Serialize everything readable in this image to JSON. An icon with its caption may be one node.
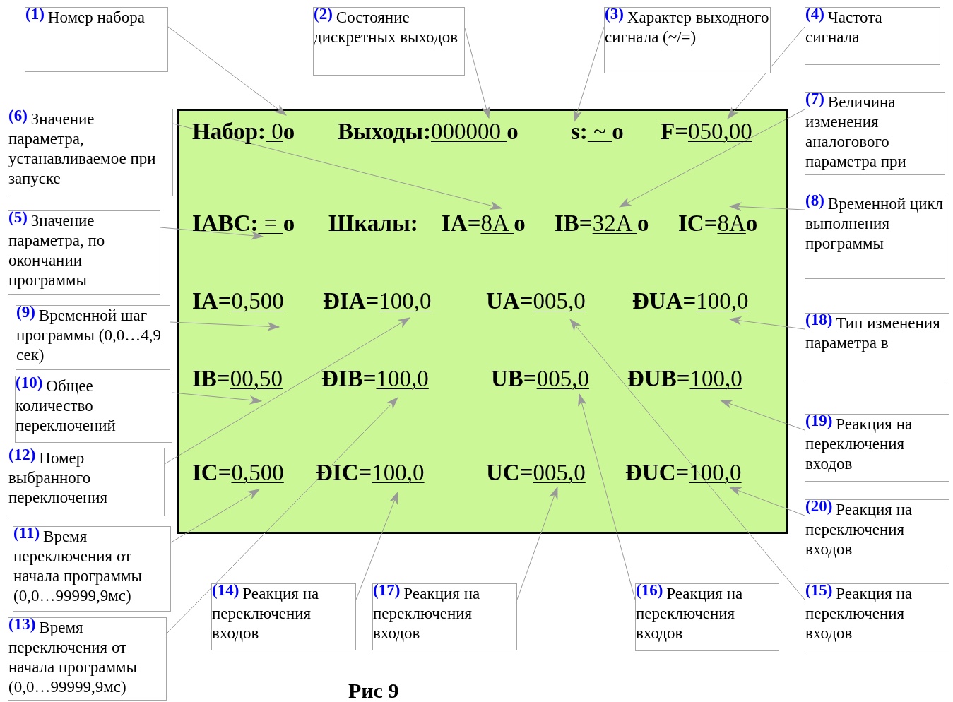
{
  "diagram": {
    "caption": "Рис 9",
    "nodes": [
      {
        "text": [
          "(1)",
          "Номер набора"
        ]
      },
      {
        "text": [
          "(2)",
          "Состояние дискретных выходов"
        ]
      },
      {
        "text": [
          "(3)",
          "Характер выходного сигнала (~/=)"
        ]
      },
      {
        "text": [
          "(4)",
          "Частота сигнала"
        ]
      },
      {
        "text": [
          "**Набор:** 0**о**",
          "**Выходы:**000000 **о**",
          "**s:** ~ **о**",
          "**F=**050,00",
          "**IABC:** = **о**",
          "**Шкалы:**",
          "**IA=**8A **о**",
          "**IB=**32A **о**",
          "**IC=**8A**о**",
          "**IA=**0,500",
          "**ĐIA=**100,0",
          "**UA=**005,0",
          "**ĐUA=**100,0",
          "**IB=**00,50",
          "**ĐIB=**100,0",
          "**UB=**005,0",
          "**ĐUB=**100,0",
          "**IC=**0,500",
          "**ĐIC=**100,0",
          "**UC=**005,0",
          "**ĐUC=**100,0"
        ]
      },
      {
        "text": [
          "(6)",
          "Значение параметра, устанавливаемое при запуске"
        ]
      },
      {
        "text": [
          "(7)",
          "Величина изменения аналогового параметра при"
        ]
      },
      {
        "text": [
          "(5)",
          "Значение параметра, по окончании программы"
        ]
      },
      {
        "text": [
          "(8)",
          "Временной цикл выполнения программы"
        ]
      },
      {
        "text": [
          "(9)",
          "Временной шаг программы (0,0…4,9 сек)"
        ]
      },
      {
        "text": [
          "(18)",
          "Тип изменения параметра в"
        ]
      },
      {
        "text": [
          "(10)",
          "Общее количество переключений"
        ]
      },
      {
        "text": [
          "(19)",
          "Реакция на переключения входов"
        ]
      },
      {
        "text": [
          "(12)",
          "Номер выбранного переключения"
        ]
      },
      {
        "text": [
          "(20)",
          "Реакция на переключения входов"
        ]
      },
      {
        "text": [
          "(11)",
          "Время переключения от начала программы (0,0…99999,9мс)"
        ]
      },
      {
        "text": [
          "(13)",
          "Время переключения от начала программы (0,0…99999,9мс)"
        ]
      },
      {
        "text": [
          "(14)",
          "Реакция на переключения входов"
        ]
      },
      {
        "text": [
          "(17)",
          "Реакция на переключения входов"
        ]
      },
      {
        "text": [
          "(16)",
          "Реакция на переключения входов"
        ]
      },
      {
        "text": [
          "(15)",
          "Реакция на переключения входов"
        ]
      }
    ],
    "edges": [
      {
        "from": 0,
        "to": 4,
        "arrow": "to"
      },
      {
        "from": 1,
        "to": 4,
        "arrow": "to"
      },
      {
        "from": 2,
        "to": 4,
        "arrow": "to"
      },
      {
        "from": 3,
        "to": 4,
        "arrow": "to"
      },
      {
        "from": 5,
        "to": 4,
        "arrow": "to"
      },
      {
        "from": 6,
        "to": 4,
        "arrow": "to"
      },
      {
        "from": 7,
        "to": 4,
        "arrow": "to"
      },
      {
        "from": 8,
        "to": 4,
        "arrow": "to"
      },
      {
        "from": 9,
        "to": 4,
        "arrow": "to"
      },
      {
        "from": 10,
        "to": 4,
        "arrow": "to"
      },
      {
        "from": 11,
        "to": 4,
        "arrow": "to"
      },
      {
        "from": 12,
        "to": 4,
        "arrow": "to"
      },
      {
        "from": 13,
        "to": 4,
        "arrow": "to"
      },
      {
        "from": 14,
        "to": 4,
        "arrow": "to"
      },
      {
        "from": 15,
        "to": 4,
        "arrow": "to"
      },
      {
        "from": 16,
        "to": 4,
        "arrow": "to"
      },
      {
        "from": 17,
        "to": 4,
        "arrow": "to"
      },
      {
        "from": 18,
        "to": 4,
        "arrow": "to"
      },
      {
        "from": 19,
        "to": 4,
        "arrow": "to"
      },
      {
        "from": 20,
        "to": 4,
        "arrow": "to"
      }
    ]
  }
}
